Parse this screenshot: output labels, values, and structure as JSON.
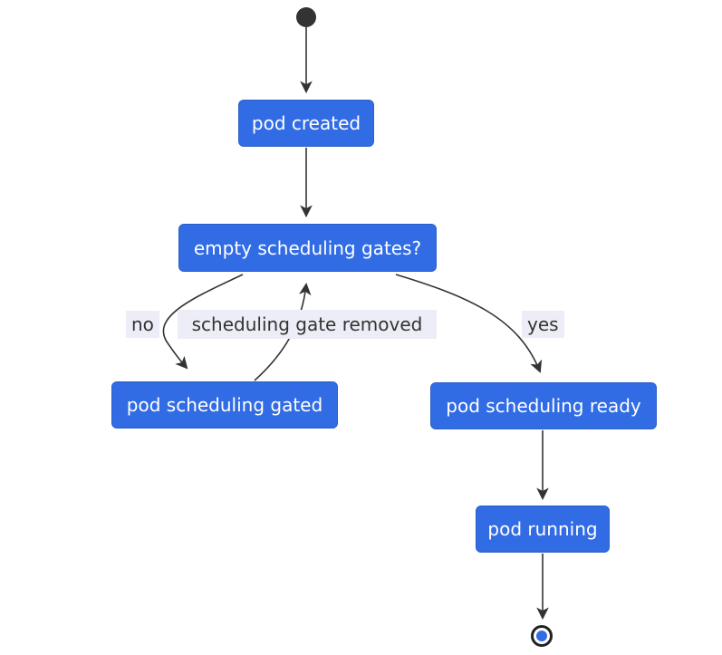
{
  "colors": {
    "background": "#ffffff",
    "node_fill": "#326ce5",
    "node_border": "#2b5fc7",
    "node_text": "#ffffff",
    "edge": "#333333",
    "edge_label_bg": "#ecedf6",
    "edge_label_text": "#333333",
    "start_node": "#333333",
    "end_ring": "#222222",
    "end_dot": "#326ce5"
  },
  "nodes": {
    "pod_created": {
      "label": "pod created"
    },
    "empty_scheduling_gates": {
      "label": "empty scheduling gates?"
    },
    "pod_scheduling_gated": {
      "label": "pod scheduling gated"
    },
    "pod_scheduling_ready": {
      "label": "pod scheduling ready"
    },
    "pod_running": {
      "label": "pod running"
    }
  },
  "edge_labels": {
    "no": "no",
    "scheduling_gate_removed": "scheduling gate removed",
    "yes": "yes"
  }
}
